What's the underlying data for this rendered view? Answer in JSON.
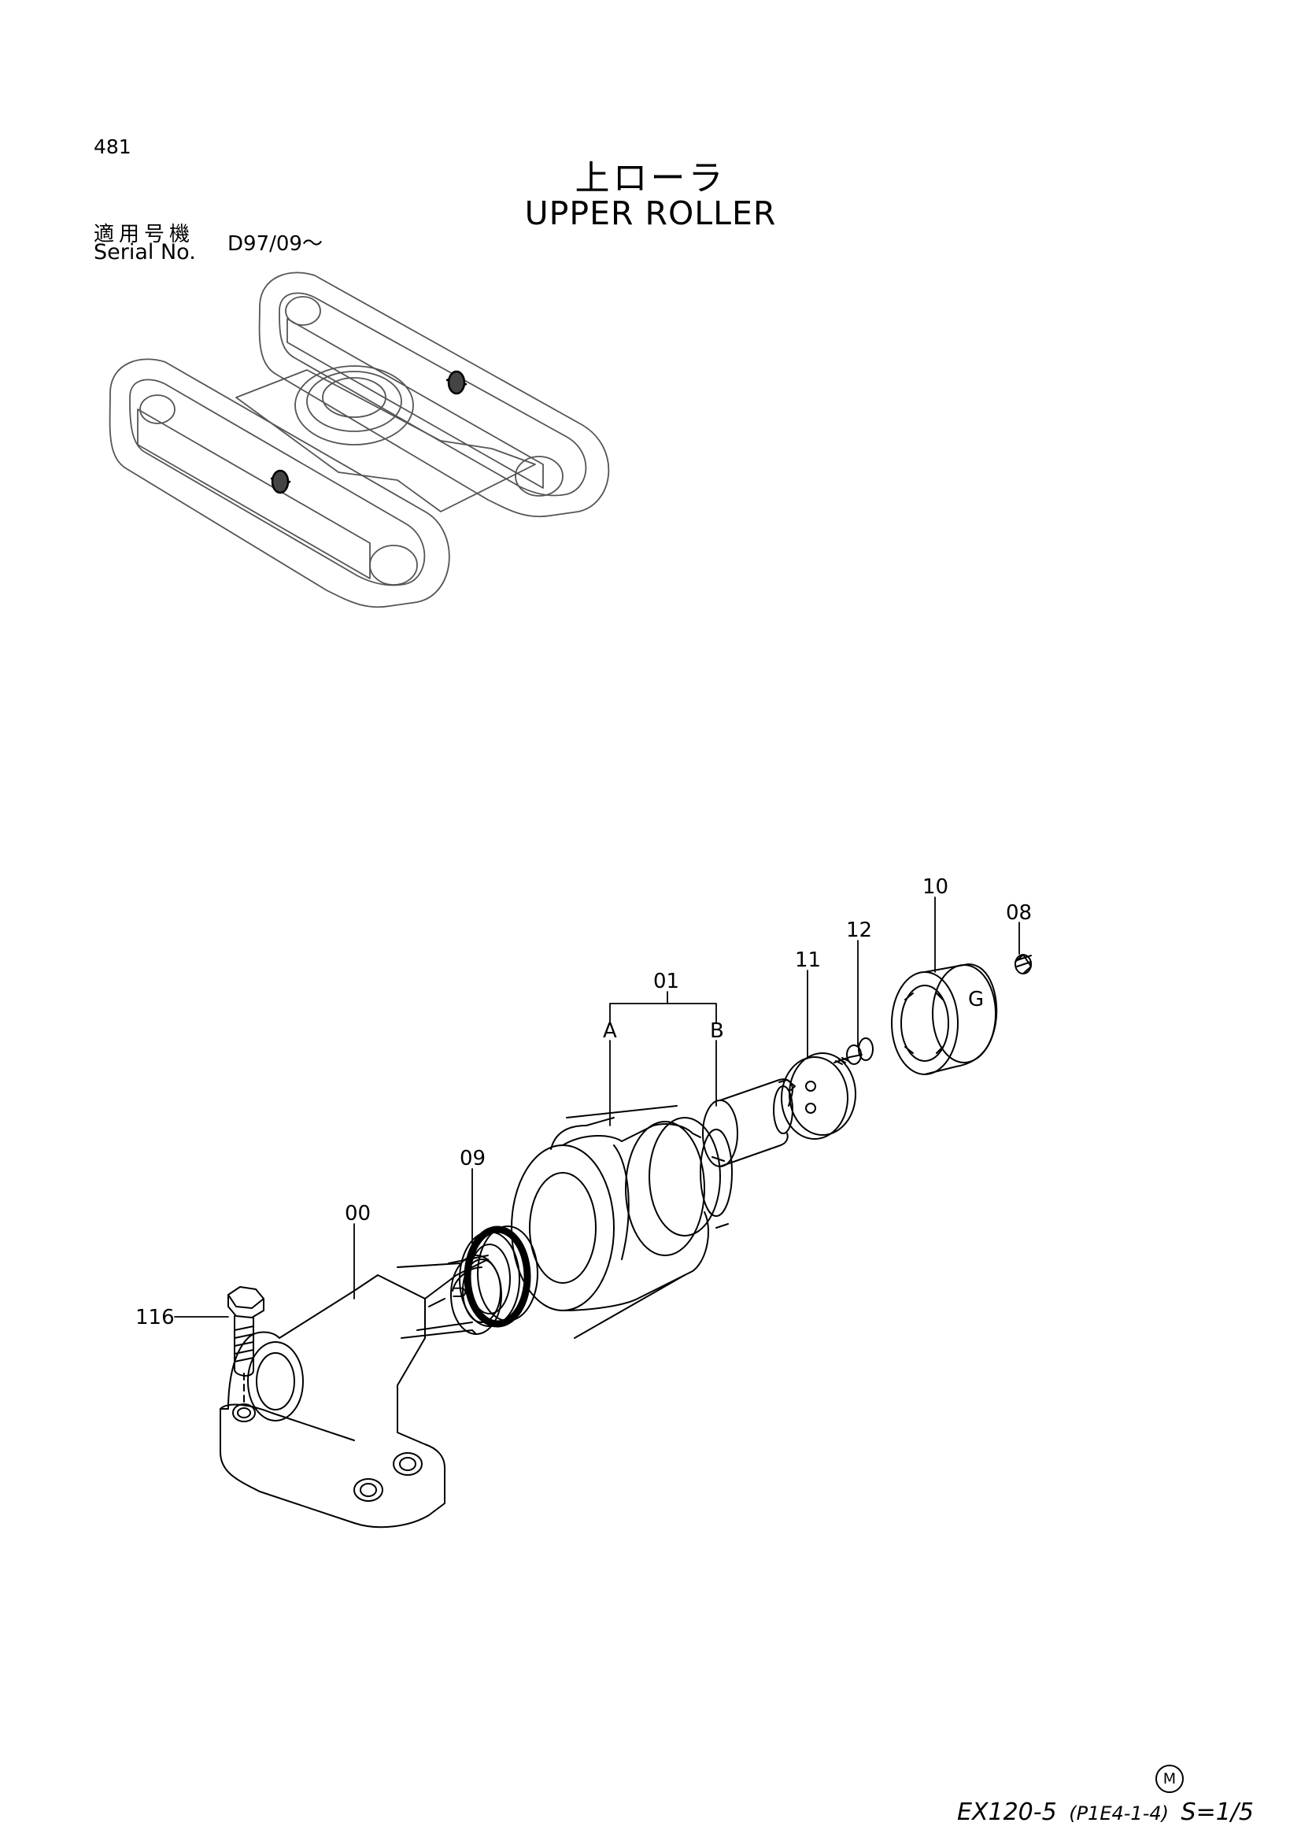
{
  "header": {
    "page_number": "481",
    "title_jp": "上ローラ",
    "title_en": "UPPER ROLLER",
    "serial_label_jp": "適用号機",
    "serial_label_en": "Serial No.",
    "serial_value": "D97/09～"
  },
  "callouts": {
    "p00": "00",
    "p01": "01",
    "pA": "A",
    "pB": "B",
    "p08": "08",
    "p09": "09",
    "p10": "10",
    "p11": "11",
    "p12": "12",
    "p116": "116"
  },
  "footer": {
    "mark": "M",
    "model": "EX120-5",
    "code": "(P1E4-1-4)",
    "scale": "S=1/5"
  }
}
